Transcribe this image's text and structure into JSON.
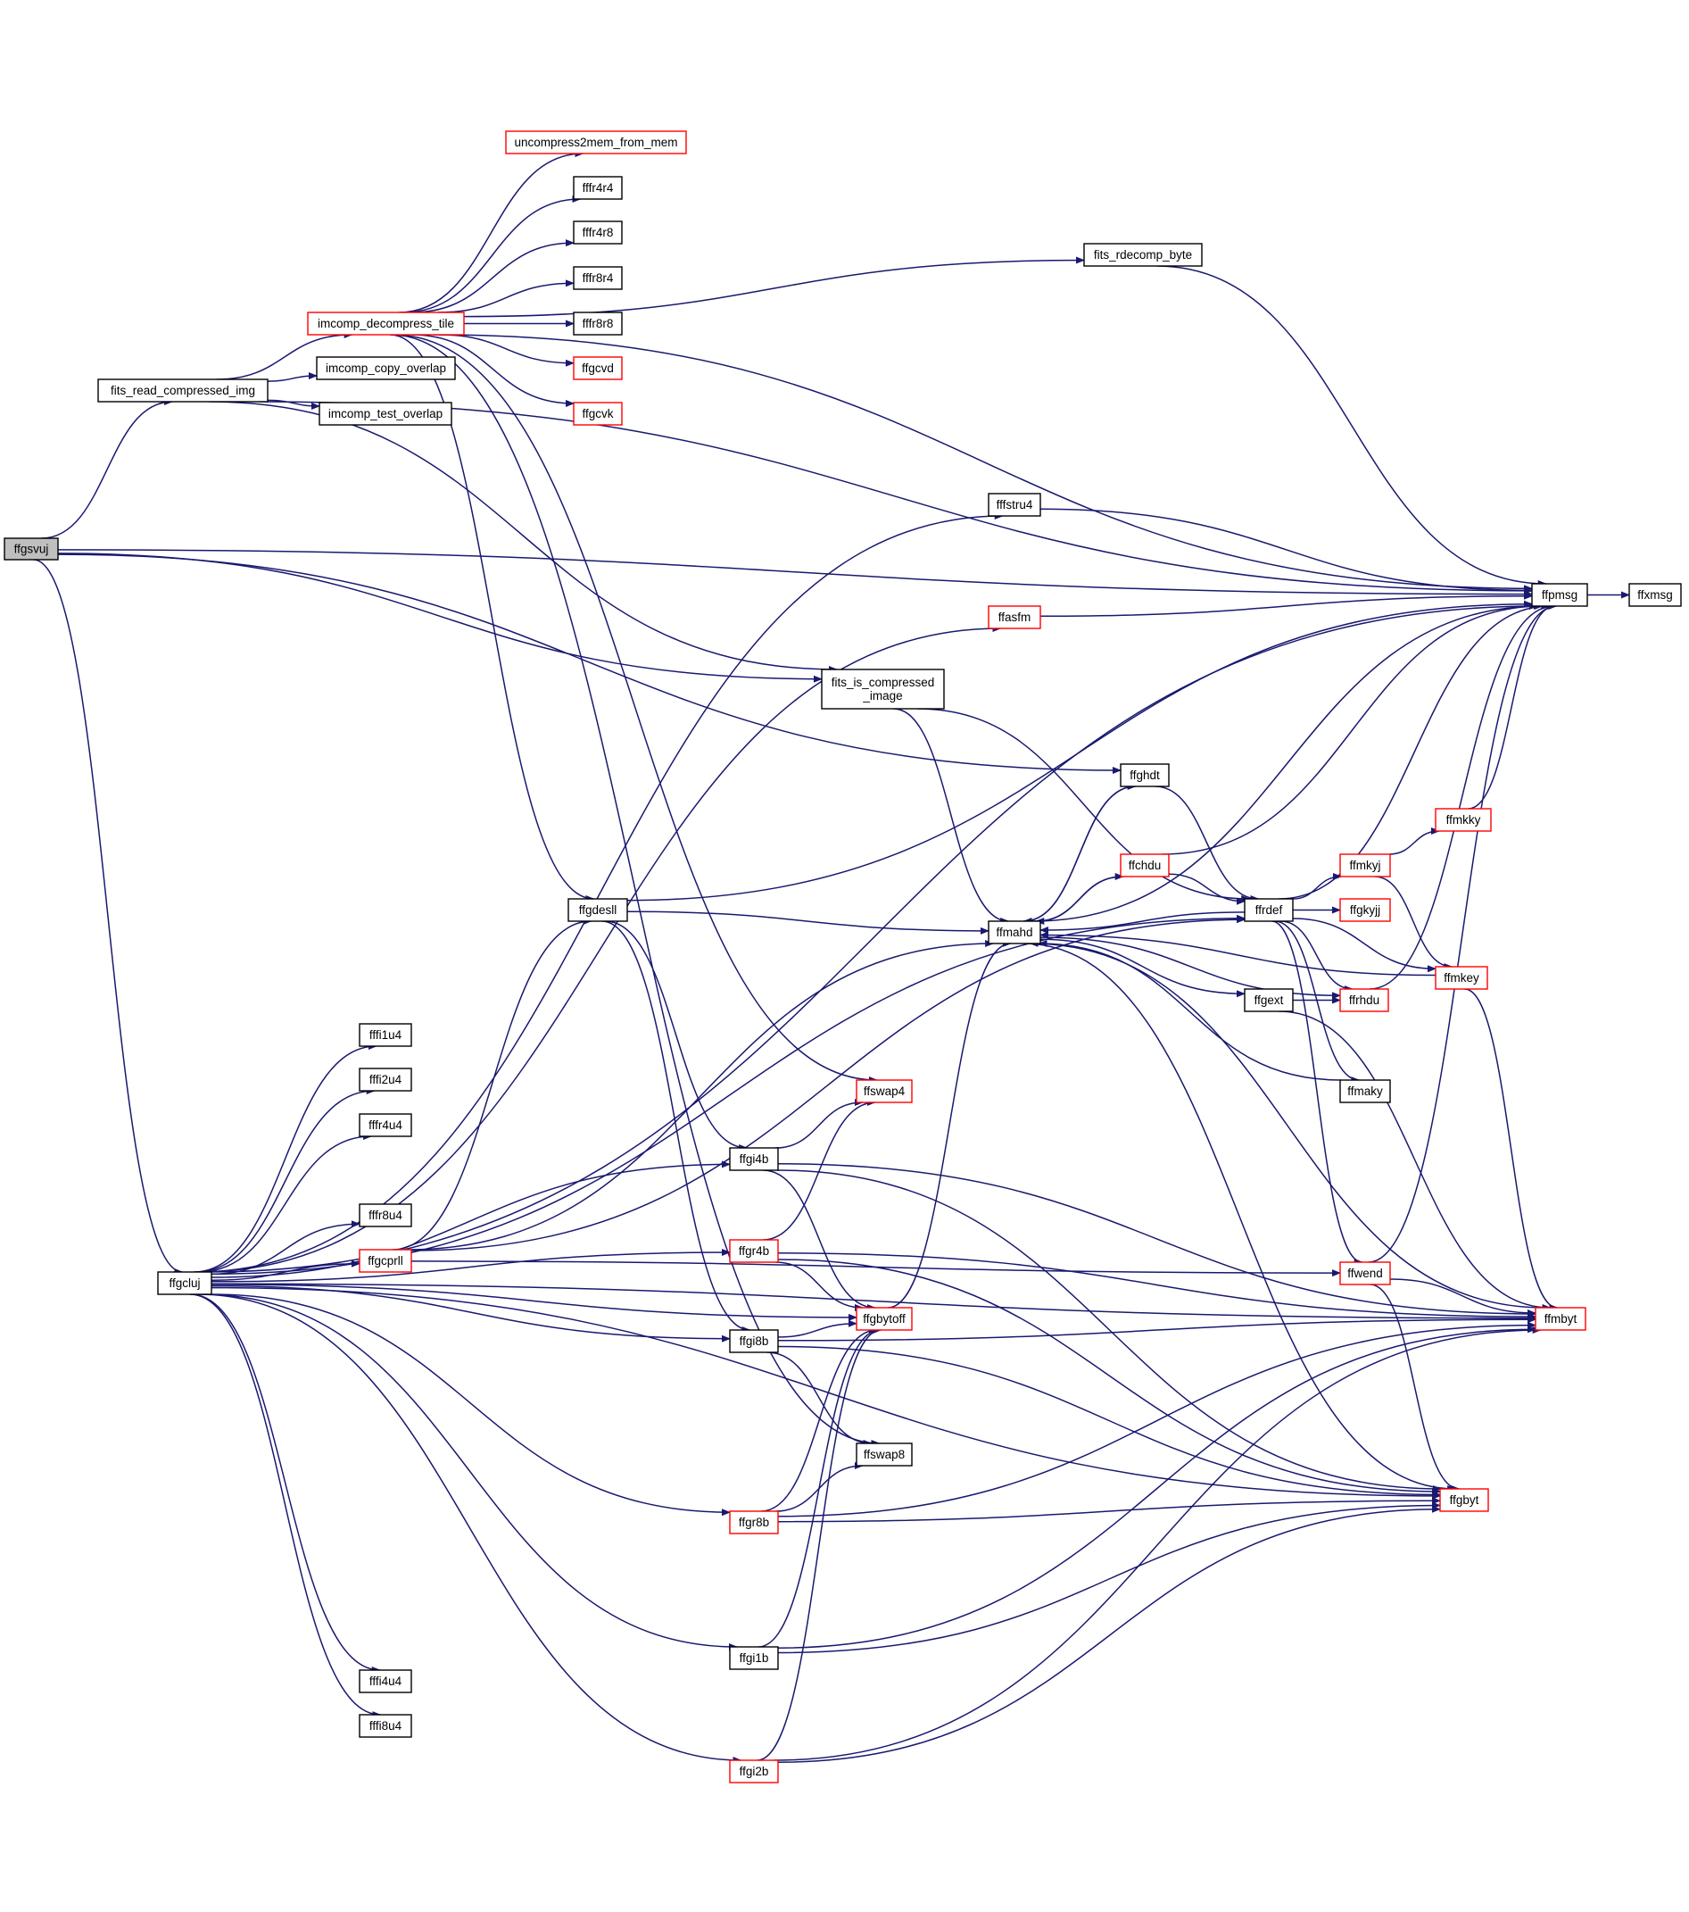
{
  "colors": {
    "edge": "#191970",
    "box_border": "#000000",
    "truncated_border": "#ff0000",
    "root_fill": "#bfbfbf"
  },
  "nodes": [
    {
      "id": "ffgsvuj",
      "lines": [
        "ffgsvuj"
      ],
      "style": "root"
    },
    {
      "id": "fits_read_compressed_img",
      "lines": [
        "fits_read_compressed_img"
      ],
      "style": "normal"
    },
    {
      "id": "ffgcluj",
      "lines": [
        "ffgcluj"
      ],
      "style": "normal"
    },
    {
      "id": "imcomp_decompress_tile",
      "lines": [
        "imcomp_decompress_tile"
      ],
      "style": "truncated"
    },
    {
      "id": "imcomp_copy_overlap",
      "lines": [
        "imcomp_copy_overlap"
      ],
      "style": "normal"
    },
    {
      "id": "imcomp_test_overlap",
      "lines": [
        "imcomp_test_overlap"
      ],
      "style": "normal"
    },
    {
      "id": "uncompress2mem_from_mem",
      "lines": [
        "uncompress2mem_from_mem"
      ],
      "style": "truncated"
    },
    {
      "id": "fffr4r4",
      "lines": [
        "fffr4r4"
      ],
      "style": "normal"
    },
    {
      "id": "fffr4r8",
      "lines": [
        "fffr4r8"
      ],
      "style": "normal"
    },
    {
      "id": "fffr8r4",
      "lines": [
        "fffr8r4"
      ],
      "style": "normal"
    },
    {
      "id": "fffr8r8",
      "lines": [
        "fffr8r8"
      ],
      "style": "normal"
    },
    {
      "id": "ffgcvd",
      "lines": [
        "ffgcvd"
      ],
      "style": "truncated"
    },
    {
      "id": "ffgcvk",
      "lines": [
        "ffgcvk"
      ],
      "style": "truncated"
    },
    {
      "id": "fits_rdecomp_byte",
      "lines": [
        "fits_rdecomp_byte"
      ],
      "style": "normal"
    },
    {
      "id": "fffstru4",
      "lines": [
        "fffstru4"
      ],
      "style": "normal"
    },
    {
      "id": "ffpmsg",
      "lines": [
        "ffpmsg"
      ],
      "style": "normal"
    },
    {
      "id": "ffxmsg",
      "lines": [
        "ffxmsg"
      ],
      "style": "normal"
    },
    {
      "id": "ffasfm",
      "lines": [
        "ffasfm"
      ],
      "style": "truncated"
    },
    {
      "id": "fits_is_compressed_image",
      "lines": [
        "fits_is_compressed",
        "_image"
      ],
      "style": "normal"
    },
    {
      "id": "ffghdt",
      "lines": [
        "ffghdt"
      ],
      "style": "normal"
    },
    {
      "id": "ffmkky",
      "lines": [
        "ffmkky"
      ],
      "style": "truncated"
    },
    {
      "id": "ffchdu",
      "lines": [
        "ffchdu"
      ],
      "style": "truncated"
    },
    {
      "id": "ffmkyj",
      "lines": [
        "ffmkyj"
      ],
      "style": "truncated"
    },
    {
      "id": "ffgdesll",
      "lines": [
        "ffgdesll"
      ],
      "style": "normal"
    },
    {
      "id": "ffrdef",
      "lines": [
        "ffrdef"
      ],
      "style": "normal"
    },
    {
      "id": "ffgkyjj",
      "lines": [
        "ffgkyjj"
      ],
      "style": "truncated"
    },
    {
      "id": "ffmahd",
      "lines": [
        "ffmahd"
      ],
      "style": "normal"
    },
    {
      "id": "ffmkey",
      "lines": [
        "ffmkey"
      ],
      "style": "truncated"
    },
    {
      "id": "ffgext",
      "lines": [
        "ffgext"
      ],
      "style": "normal"
    },
    {
      "id": "ffrhdu",
      "lines": [
        "ffrhdu"
      ],
      "style": "truncated"
    },
    {
      "id": "fffi1u4",
      "lines": [
        "fffi1u4"
      ],
      "style": "normal"
    },
    {
      "id": "fffi2u4",
      "lines": [
        "fffi2u4"
      ],
      "style": "normal"
    },
    {
      "id": "fffr4u4",
      "lines": [
        "fffr4u4"
      ],
      "style": "normal"
    },
    {
      "id": "ffswap4",
      "lines": [
        "ffswap4"
      ],
      "style": "truncated"
    },
    {
      "id": "ffmaky",
      "lines": [
        "ffmaky"
      ],
      "style": "normal"
    },
    {
      "id": "ffgi4b",
      "lines": [
        "ffgi4b"
      ],
      "style": "normal"
    },
    {
      "id": "fffr8u4",
      "lines": [
        "fffr8u4"
      ],
      "style": "normal"
    },
    {
      "id": "ffgr4b",
      "lines": [
        "ffgr4b"
      ],
      "style": "truncated"
    },
    {
      "id": "ffgcprll",
      "lines": [
        "ffgcprll"
      ],
      "style": "truncated"
    },
    {
      "id": "ffwend",
      "lines": [
        "ffwend"
      ],
      "style": "truncated"
    },
    {
      "id": "ffmbyt",
      "lines": [
        "ffmbyt"
      ],
      "style": "truncated"
    },
    {
      "id": "ffgbytoff",
      "lines": [
        "ffgbytoff"
      ],
      "style": "truncated"
    },
    {
      "id": "ffgi8b",
      "lines": [
        "ffgi8b"
      ],
      "style": "normal"
    },
    {
      "id": "ffswap8",
      "lines": [
        "ffswap8"
      ],
      "style": "normal"
    },
    {
      "id": "ffgbyt",
      "lines": [
        "ffgbyt"
      ],
      "style": "truncated"
    },
    {
      "id": "ffgr8b",
      "lines": [
        "ffgr8b"
      ],
      "style": "truncated"
    },
    {
      "id": "ffgi1b",
      "lines": [
        "ffgi1b"
      ],
      "style": "normal"
    },
    {
      "id": "fffi4u4",
      "lines": [
        "fffi4u4"
      ],
      "style": "normal"
    },
    {
      "id": "fffi8u4",
      "lines": [
        "fffi8u4"
      ],
      "style": "normal"
    },
    {
      "id": "ffgi2b",
      "lines": [
        "ffgi2b"
      ],
      "style": "truncated"
    }
  ],
  "edges": [
    [
      "ffgsvuj",
      "fits_read_compressed_img"
    ],
    [
      "ffgsvuj",
      "ffpmsg"
    ],
    [
      "ffgsvuj",
      "ffgcluj"
    ],
    [
      "ffgsvuj",
      "fits_is_compressed_image"
    ],
    [
      "ffgsvuj",
      "ffghdt"
    ],
    [
      "fits_read_compressed_img",
      "imcomp_decompress_tile"
    ],
    [
      "fits_read_compressed_img",
      "imcomp_copy_overlap"
    ],
    [
      "fits_read_compressed_img",
      "imcomp_test_overlap"
    ],
    [
      "fits_read_compressed_img",
      "ffpmsg"
    ],
    [
      "fits_read_compressed_img",
      "fits_is_compressed_image"
    ],
    [
      "imcomp_decompress_tile",
      "uncompress2mem_from_mem"
    ],
    [
      "imcomp_decompress_tile",
      "fffr4r4"
    ],
    [
      "imcomp_decompress_tile",
      "fffr4r8"
    ],
    [
      "imcomp_decompress_tile",
      "fffr8r4"
    ],
    [
      "imcomp_decompress_tile",
      "fffr8r8"
    ],
    [
      "imcomp_decompress_tile",
      "ffgcvd"
    ],
    [
      "imcomp_decompress_tile",
      "ffgcvk"
    ],
    [
      "imcomp_decompress_tile",
      "fits_rdecomp_byte"
    ],
    [
      "imcomp_decompress_tile",
      "ffpmsg"
    ],
    [
      "imcomp_decompress_tile",
      "ffgdesll"
    ],
    [
      "imcomp_decompress_tile",
      "ffswap4"
    ],
    [
      "imcomp_decompress_tile",
      "ffswap8"
    ],
    [
      "fits_rdecomp_byte",
      "ffpmsg"
    ],
    [
      "fffstru4",
      "ffpmsg"
    ],
    [
      "ffpmsg",
      "ffxmsg"
    ],
    [
      "ffasfm",
      "ffpmsg"
    ],
    [
      "fits_is_compressed_image",
      "ffrdef"
    ],
    [
      "fits_is_compressed_image",
      "ffmahd"
    ],
    [
      "ffgcluj",
      "ffpmsg"
    ],
    [
      "ffgcluj",
      "fffstru4"
    ],
    [
      "ffgcluj",
      "ffasfm"
    ],
    [
      "ffgcluj",
      "ffrdef"
    ],
    [
      "ffgcluj",
      "fffi1u4"
    ],
    [
      "ffgcluj",
      "fffi2u4"
    ],
    [
      "ffgcluj",
      "fffr4u4"
    ],
    [
      "ffgcluj",
      "fffr8u4"
    ],
    [
      "ffgcluj",
      "ffgcprll"
    ],
    [
      "ffgcluj",
      "ffgi4b"
    ],
    [
      "ffgcluj",
      "ffgr4b"
    ],
    [
      "ffgcluj",
      "ffgbytoff"
    ],
    [
      "ffgcluj",
      "ffgi8b"
    ],
    [
      "ffgcluj",
      "ffgr8b"
    ],
    [
      "ffgcluj",
      "ffgbyt"
    ],
    [
      "ffgcluj",
      "ffgi1b"
    ],
    [
      "ffgcluj",
      "fffi4u4"
    ],
    [
      "ffgcluj",
      "fffi8u4"
    ],
    [
      "ffgcluj",
      "ffgi2b"
    ],
    [
      "ffgcluj",
      "ffmbyt"
    ],
    [
      "ffgcprll",
      "ffgdesll"
    ],
    [
      "ffgcprll",
      "ffmahd"
    ],
    [
      "ffgcprll",
      "ffrdef"
    ],
    [
      "ffgcprll",
      "ffwend"
    ],
    [
      "ffgdesll",
      "ffpmsg"
    ],
    [
      "ffgdesll",
      "ffmahd"
    ],
    [
      "ffgdesll",
      "ffgi4b"
    ],
    [
      "ffgdesll",
      "ffgi8b"
    ],
    [
      "ffghdt",
      "ffmahd"
    ],
    [
      "ffghdt",
      "ffrdef"
    ],
    [
      "ffmahd",
      "ffghdt"
    ],
    [
      "ffmahd",
      "ffchdu"
    ],
    [
      "ffmahd",
      "ffgext"
    ],
    [
      "ffmahd",
      "ffrhdu"
    ],
    [
      "ffmahd",
      "ffpmsg"
    ],
    [
      "ffmahd",
      "ffgbyt"
    ],
    [
      "ffchdu",
      "ffpmsg"
    ],
    [
      "ffchdu",
      "ffmahd"
    ],
    [
      "ffchdu",
      "ffrdef"
    ],
    [
      "ffrdef",
      "ffmkyj"
    ],
    [
      "ffrdef",
      "ffgkyjj"
    ],
    [
      "ffrdef",
      "ffmahd"
    ],
    [
      "ffrdef",
      "ffrhdu"
    ],
    [
      "ffrdef",
      "ffmkey"
    ],
    [
      "ffrdef",
      "ffpmsg"
    ],
    [
      "ffrdef",
      "ffmaky"
    ],
    [
      "ffrdef",
      "ffwend"
    ],
    [
      "ffmkyj",
      "ffmkky"
    ],
    [
      "ffmkyj",
      "ffmkey"
    ],
    [
      "ffmkky",
      "ffpmsg"
    ],
    [
      "ffmkey",
      "ffmbyt"
    ],
    [
      "ffmkey",
      "ffmahd"
    ],
    [
      "ffgext",
      "ffrhdu"
    ],
    [
      "ffgext",
      "ffmbyt"
    ],
    [
      "ffrhdu",
      "ffpmsg"
    ],
    [
      "ffmaky",
      "ffmahd"
    ],
    [
      "ffwend",
      "ffpmsg"
    ],
    [
      "ffwend",
      "ffmbyt"
    ],
    [
      "ffwend",
      "ffgbyt"
    ],
    [
      "ffmbyt",
      "ffmahd"
    ],
    [
      "ffgi4b",
      "ffswap4"
    ],
    [
      "ffgi4b",
      "ffgbytoff"
    ],
    [
      "ffgi4b",
      "ffgbyt"
    ],
    [
      "ffgi4b",
      "ffmbyt"
    ],
    [
      "ffgr4b",
      "ffswap4"
    ],
    [
      "ffgr4b",
      "ffgbytoff"
    ],
    [
      "ffgr4b",
      "ffgbyt"
    ],
    [
      "ffgr4b",
      "ffmbyt"
    ],
    [
      "ffgbytoff",
      "ffmahd"
    ],
    [
      "ffgi8b",
      "ffgbytoff"
    ],
    [
      "ffgi8b",
      "ffswap8"
    ],
    [
      "ffgi8b",
      "ffgbyt"
    ],
    [
      "ffgi8b",
      "ffmbyt"
    ],
    [
      "ffgr8b",
      "ffgbytoff"
    ],
    [
      "ffgr8b",
      "ffswap8"
    ],
    [
      "ffgr8b",
      "ffgbyt"
    ],
    [
      "ffgr8b",
      "ffmbyt"
    ],
    [
      "ffgi1b",
      "ffgbytoff"
    ],
    [
      "ffgi1b",
      "ffgbyt"
    ],
    [
      "ffgi1b",
      "ffmbyt"
    ],
    [
      "ffgi2b",
      "ffgbytoff"
    ],
    [
      "ffgi2b",
      "ffgbyt"
    ],
    [
      "ffgi2b",
      "ffmbyt"
    ]
  ]
}
